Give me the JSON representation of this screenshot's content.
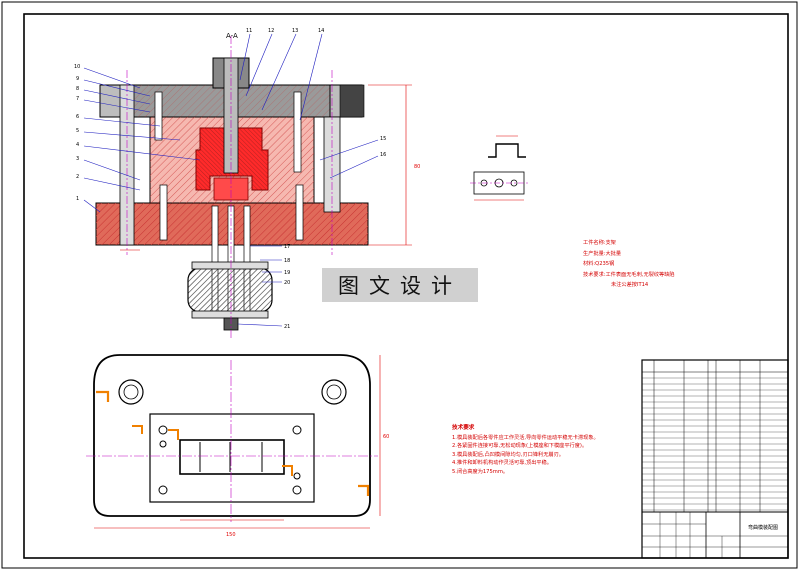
{
  "drawing": {
    "section_label": "A-A",
    "part_numbers_top": [
      "11",
      "12",
      "13",
      "14"
    ],
    "part_numbers_left": [
      "10",
      "9",
      "8",
      "7",
      "6",
      "5",
      "4",
      "3",
      "2",
      "1"
    ],
    "part_numbers_right": [
      "15",
      "16"
    ],
    "part_numbers_bottom": [
      "17",
      "18",
      "19",
      "20",
      "21"
    ],
    "dimension_side": "80",
    "dimension_plan_height": "60",
    "dimension_plan_width": "150"
  },
  "watermark": "图文设计",
  "spec_lines": [
    "工件名称:支架",
    "生产批量:大批量",
    "材料:Q235钢",
    "技术要求:工件表面无毛刺,无裂纹等缺陷",
    "未注公差按IT14"
  ],
  "notes": {
    "title": "技术要求",
    "items": [
      "1.模具装配后各零件应工作灵活,导向零件运动平稳无卡滞现象。",
      "2.各紧固件连接可靠,无松动现象(上模座和下模座平行度)。",
      "3.模具装配后,凸凹模间隙均匀,刃口锋利无崩刃。",
      "4.推件和卸料机构动作灵活可靠,顶出平稳。",
      "5.闭合高度为175mm。"
    ]
  },
  "title_block": {
    "name": "弯曲模装配图"
  },
  "colors": {
    "red": "#e00000",
    "dark_red": "#b00000",
    "blue": "#2020c0",
    "magenta": "#c000c0",
    "orange": "#f08000",
    "hatch_red": "#d43030"
  }
}
